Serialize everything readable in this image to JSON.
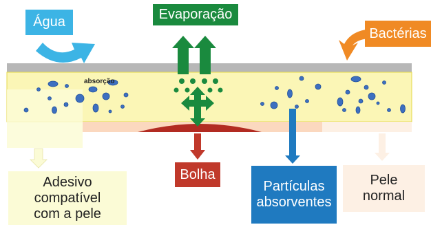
{
  "labels": {
    "agua": "Água",
    "evaporacao": "Evaporação",
    "bacterias": "Bactérias",
    "absorcao": "absorção",
    "bolha": "Bolha",
    "particulas": "Partículas\nabsorventes",
    "adesivo": "Adesivo\ncompatível\ncom a pele",
    "pele_normal": "Pele\nnormal"
  },
  "colors": {
    "agua": "#3cb4e5",
    "evaporacao": "#1a8a3e",
    "bacterias": "#f08a24",
    "bolha": "#c0392b",
    "particulas": "#1f7ac0",
    "adesivo": "#fbfbd6",
    "pele_normal": "#fdf0e4",
    "dressing": "#fbf6b6",
    "backing": "#b7b7b7"
  }
}
